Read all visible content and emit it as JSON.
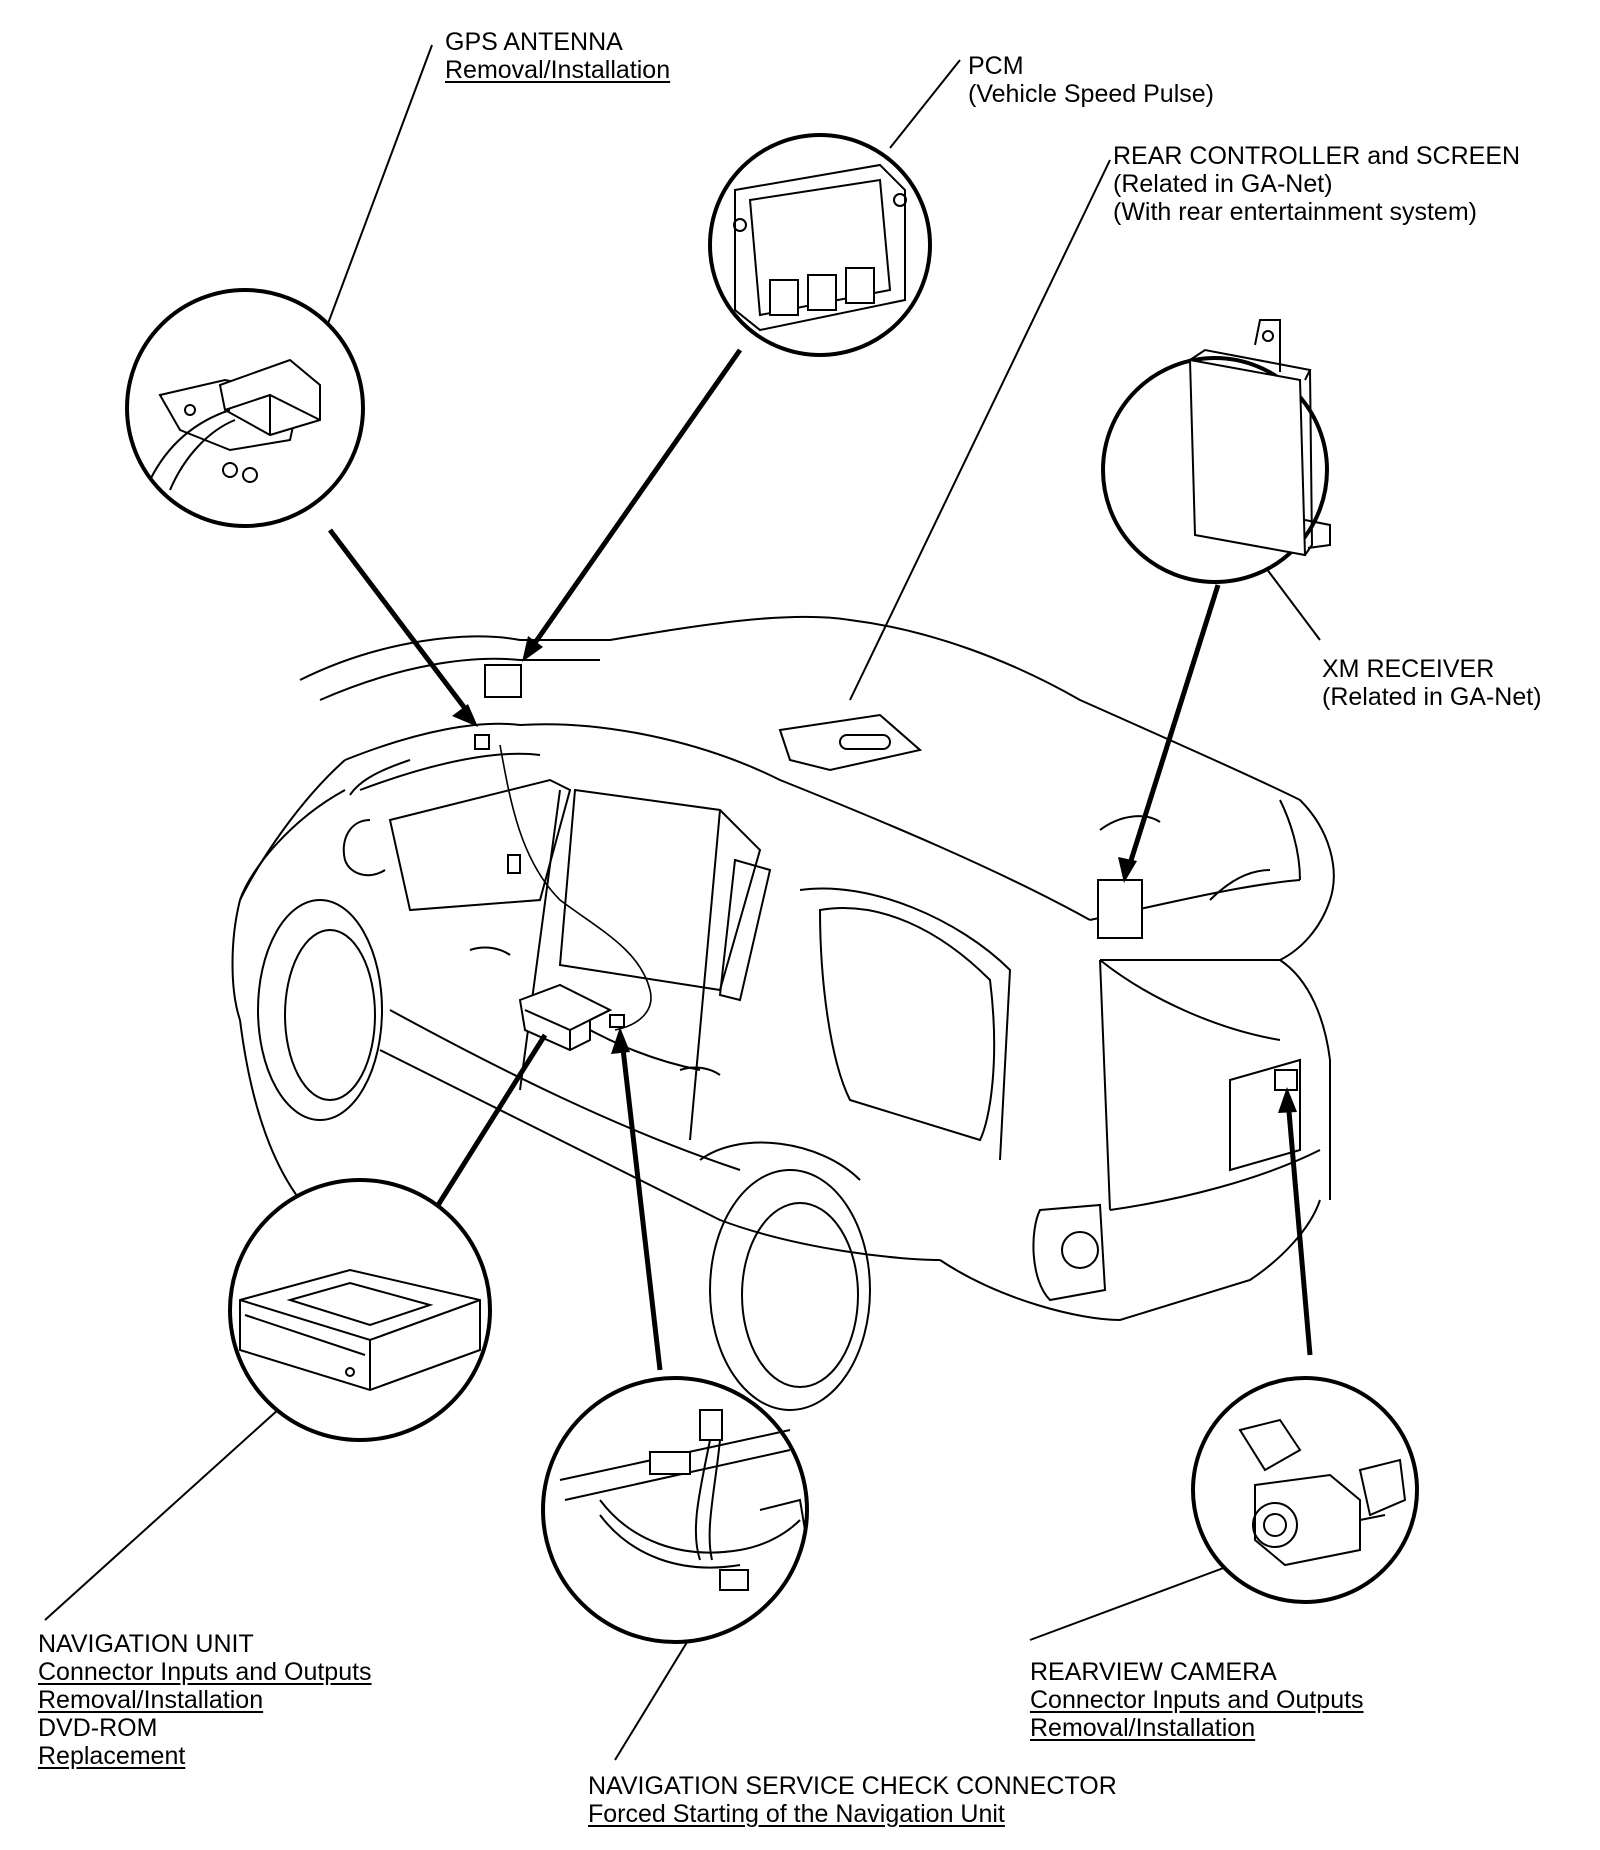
{
  "labels": {
    "gps_antenna": {
      "title": "GPS ANTENNA",
      "link1": "Removal/Installation"
    },
    "pcm": {
      "title": "PCM",
      "sub": "(Vehicle Speed Pulse)"
    },
    "rear_controller": {
      "title": "REAR CONTROLLER and SCREEN",
      "sub1": "(Related in GA-Net)",
      "sub2": "(With rear entertainment system)"
    },
    "xm_receiver": {
      "title": "XM RECEIVER",
      "sub": "(Related in GA-Net)"
    },
    "navigation_unit": {
      "title": "NAVIGATION UNIT",
      "link1": "Connector Inputs and Outputs",
      "link2": "Removal/Installation",
      "title2": "DVD-ROM",
      "link3": "Replacement"
    },
    "rearview_camera": {
      "title": "REARVIEW CAMERA",
      "link1": "Connector Inputs and Outputs",
      "link2": "Removal/Installation"
    },
    "nav_service_check": {
      "title": "NAVIGATION SERVICE CHECK CONNECTOR",
      "link1": "Forced Starting of the Navigation Unit"
    }
  }
}
